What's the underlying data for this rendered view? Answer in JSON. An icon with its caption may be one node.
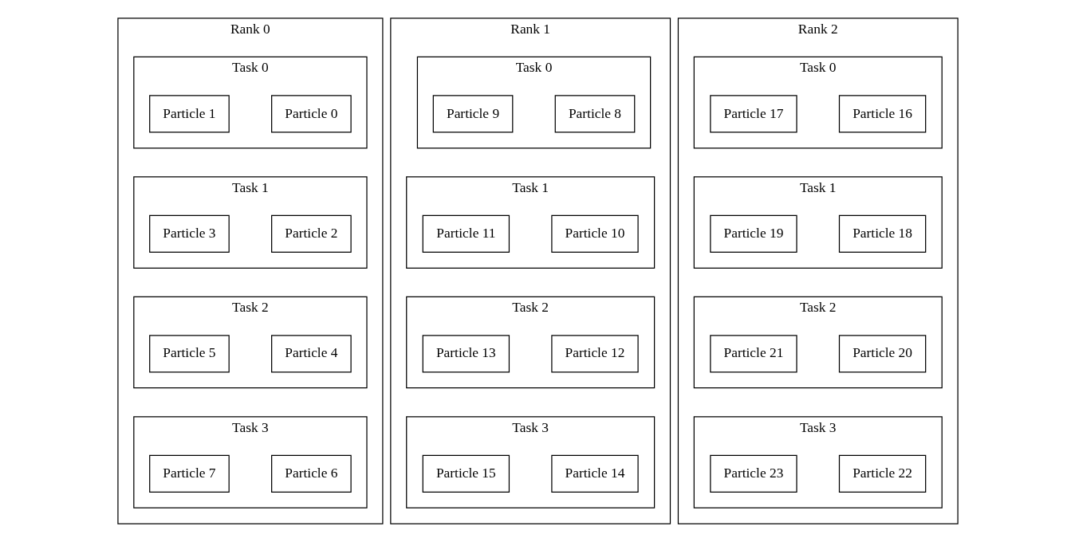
{
  "diagram": {
    "nodes": [
      {
        "text": [
          "Rank 0"
        ]
      },
      {
        "text": [
          "Task 0"
        ],
        "in": 0
      },
      {
        "text": [
          "Particle 0"
        ],
        "in": 1
      },
      {
        "text": [
          "Particle 1"
        ],
        "in": 1
      },
      {
        "text": [
          "Task 1"
        ],
        "in": 0
      },
      {
        "text": [
          "Particle 2"
        ],
        "in": 4
      },
      {
        "text": [
          "Particle 3"
        ],
        "in": 4
      },
      {
        "text": [
          "Task 2"
        ],
        "in": 0
      },
      {
        "text": [
          "Particle 4"
        ],
        "in": 7
      },
      {
        "text": [
          "Particle 5"
        ],
        "in": 7
      },
      {
        "text": [
          "Task 3"
        ],
        "in": 0
      },
      {
        "text": [
          "Particle 6"
        ],
        "in": 10
      },
      {
        "text": [
          "Particle 7"
        ],
        "in": 10
      },
      {
        "text": [
          "Rank 1"
        ]
      },
      {
        "text": [
          "Task 0"
        ],
        "in": 13
      },
      {
        "text": [
          "Particle 8"
        ],
        "in": 14
      },
      {
        "text": [
          "Particle 9"
        ],
        "in": 14
      },
      {
        "text": [
          "Task 1"
        ],
        "in": 13
      },
      {
        "text": [
          "Particle 10"
        ],
        "in": 17
      },
      {
        "text": [
          "Particle 11"
        ],
        "in": 17
      },
      {
        "text": [
          "Task 2"
        ],
        "in": 13
      },
      {
        "text": [
          "Particle 12"
        ],
        "in": 20
      },
      {
        "text": [
          "Particle 13"
        ],
        "in": 20
      },
      {
        "text": [
          "Task 3"
        ],
        "in": 13
      },
      {
        "text": [
          "Particle 14"
        ],
        "in": 23
      },
      {
        "text": [
          "Particle 15"
        ],
        "in": 23
      },
      {
        "text": [
          "Rank 2"
        ]
      },
      {
        "text": [
          "Task 0"
        ],
        "in": 26
      },
      {
        "text": [
          "Particle 16"
        ],
        "in": 27
      },
      {
        "text": [
          "Particle 17"
        ],
        "in": 27
      },
      {
        "text": [
          "Task 1"
        ],
        "in": 26
      },
      {
        "text": [
          "Particle 18"
        ],
        "in": 30
      },
      {
        "text": [
          "Particle 19"
        ],
        "in": 30
      },
      {
        "text": [
          "Task 2"
        ],
        "in": 26
      },
      {
        "text": [
          "Particle 20"
        ],
        "in": 33
      },
      {
        "text": [
          "Particle 21"
        ],
        "in": 33
      },
      {
        "text": [
          "Task 3"
        ],
        "in": 26
      },
      {
        "text": [
          "Particle 22"
        ],
        "in": 36
      },
      {
        "text": [
          "Particle 23"
        ],
        "in": 36
      }
    ]
  }
}
